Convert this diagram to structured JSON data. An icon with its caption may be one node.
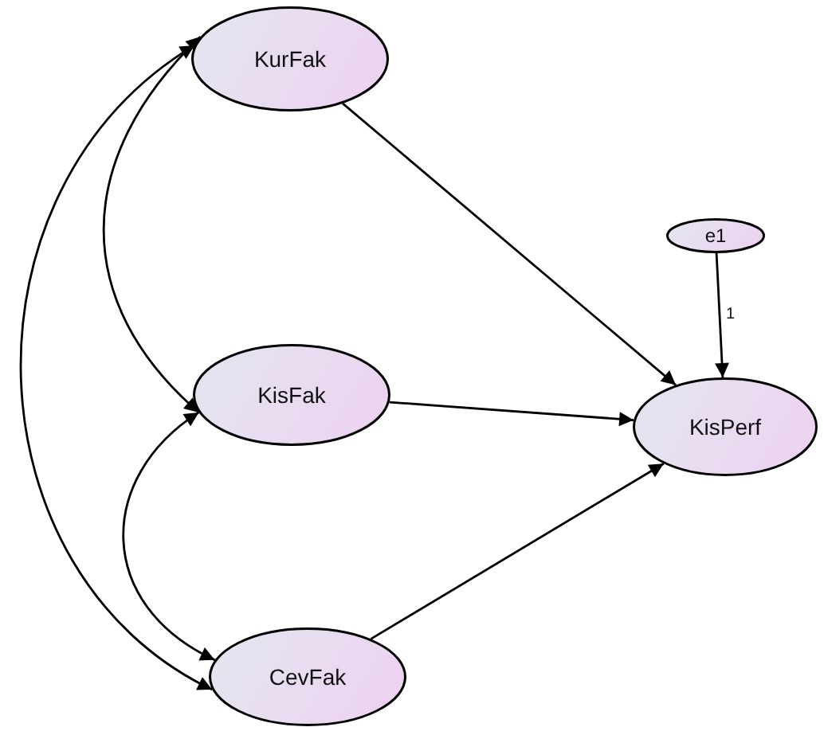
{
  "diagram": {
    "nodes": [
      {
        "text": [
          "KurFak"
        ]
      },
      {
        "text": [
          "KisFak"
        ]
      },
      {
        "text": [
          "CevFak"
        ]
      },
      {
        "text": [
          "KisPerf"
        ]
      },
      {
        "text": [
          "e1"
        ]
      }
    ],
    "edges": [
      {
        "from": 0,
        "to": 3,
        "arrow": "to"
      },
      {
        "from": 1,
        "to": 3,
        "arrow": "to"
      },
      {
        "from": 2,
        "to": 3,
        "arrow": "to"
      },
      {
        "from": 4,
        "to": 3,
        "arrow": "to",
        "label": "1"
      },
      {
        "from": 0,
        "to": 1,
        "arrow": "both"
      },
      {
        "from": 1,
        "to": 2,
        "arrow": "both"
      },
      {
        "from": 0,
        "to": 2,
        "arrow": "both"
      }
    ]
  }
}
